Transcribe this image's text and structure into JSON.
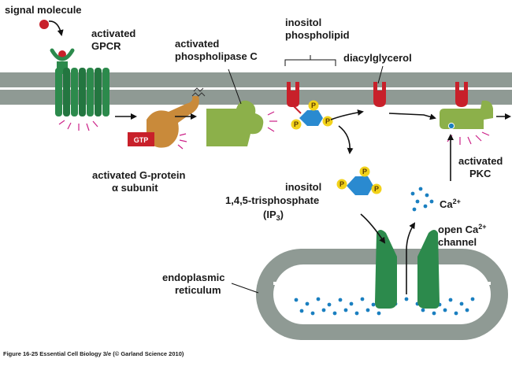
{
  "labels": {
    "signal_molecule": "signal molecule",
    "activated_gpcr_l1": "activated",
    "activated_gpcr_l2": "GPCR",
    "plc_l1": "activated",
    "plc_l2": "phospholipase C",
    "inositol_phospholipid_l1": "inositol",
    "inositol_phospholipid_l2": "phospholipid",
    "diacylglycerol": "diacylglycerol",
    "gtp": "GTP",
    "gprotein_l1": "activated G-protein",
    "gprotein_l2": "α subunit",
    "ip3_l1": "inositol",
    "ip3_l2": "1,4,5-trisphosphate",
    "ip3_l3": "(IP",
    "ip3_sub": "3",
    "ip3_close": ")",
    "pkc_l1": "activated",
    "pkc_l2": "PKC",
    "ca": "Ca",
    "ca_sup": "2+",
    "open_channel_l1": "open Ca",
    "open_channel_sup": "2+",
    "open_channel_l2": "channel",
    "er_l1": "endoplasmic",
    "er_l2": "reticulum",
    "phosphate": "P"
  },
  "caption": "Figure 16-25  Essential Cell Biology 3/e (© Garland Science 2010)",
  "colors": {
    "membrane": "#8f9a94",
    "membrane_edge": "#6e7872",
    "gpcr": "#2c8a4c",
    "plc": "#8cb04a",
    "gprotein": "#c98a3a",
    "gtp": "#c8202a",
    "ip3": "#2a8ad0",
    "phosphate": "#f2d21a",
    "lipid_head": "#c8202a",
    "calcium": "#1a7fc0"
  }
}
